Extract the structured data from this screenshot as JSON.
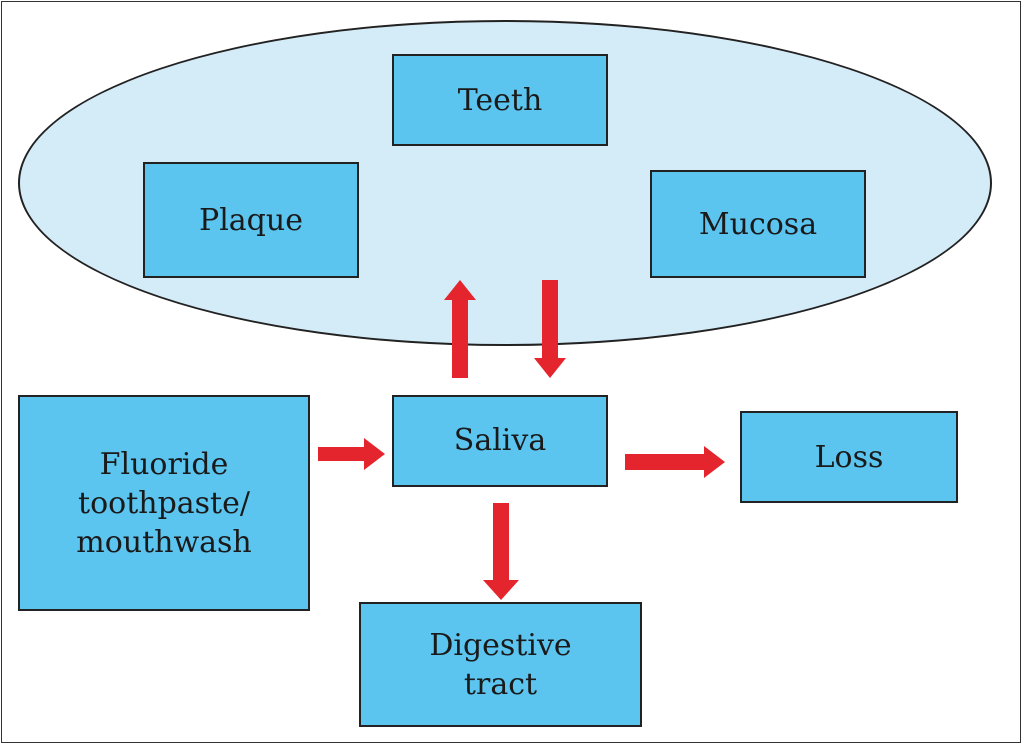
{
  "colors": {
    "box_fill": "#5bc5f0",
    "ellipse_fill": "#d4ebf8",
    "arrow": "#e4252d",
    "outline": "#222222"
  },
  "nodes": {
    "teeth": "Teeth",
    "plaque": "Plaque",
    "mucosa": "Mucosa",
    "saliva": "Saliva",
    "fluoride": "Fluoride\ntoothpaste/\nmouthwash",
    "loss": "Loss",
    "digestive": "Digestive\ntract"
  },
  "edges": [
    {
      "from": "saliva",
      "to": "oral-tissues"
    },
    {
      "from": "oral-tissues",
      "to": "saliva"
    },
    {
      "from": "fluoride",
      "to": "saliva"
    },
    {
      "from": "saliva",
      "to": "loss"
    },
    {
      "from": "saliva",
      "to": "digestive"
    }
  ]
}
